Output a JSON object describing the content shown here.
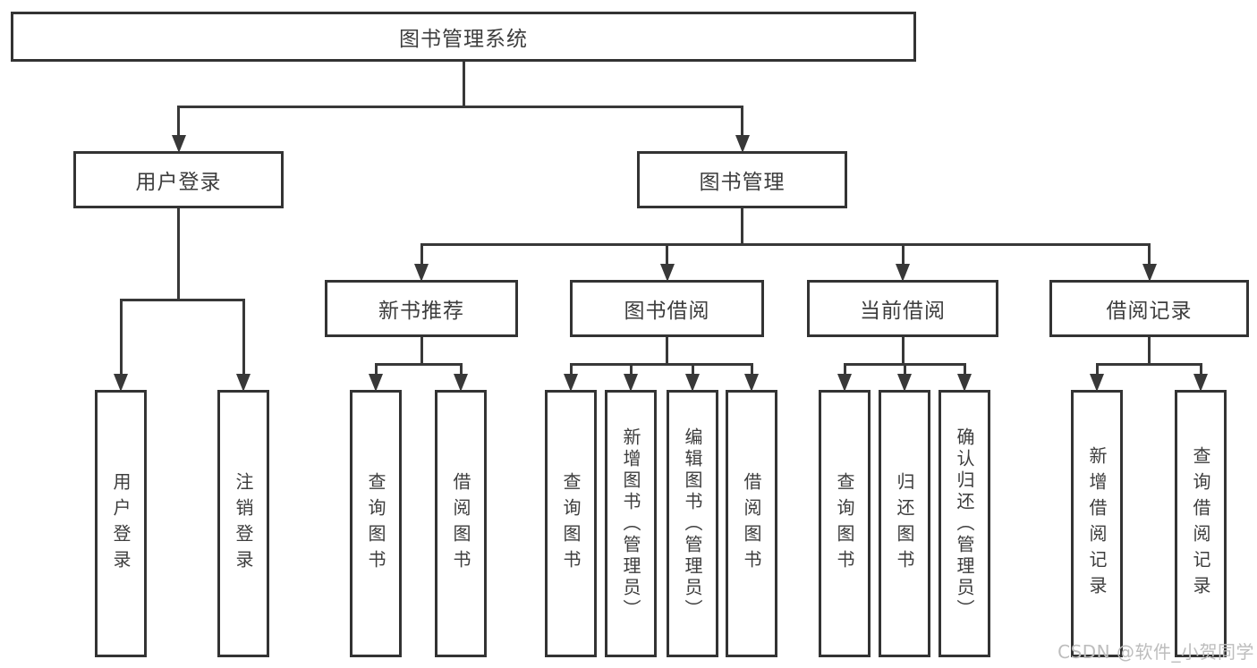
{
  "diagram": {
    "type": "hierarchy-diagram",
    "title": "图书管理系统",
    "watermark": "CSDN @软件_小贺同学",
    "colors": {
      "line": "#383838",
      "box_border": "#333333",
      "box_fill": "#ffffff",
      "text": "#3d3d3d",
      "watermark": "#bdbdbd",
      "background": "#ffffff"
    },
    "nodes": [
      {
        "id": "root",
        "label": "图书管理系统",
        "parent": null
      },
      {
        "id": "user-login",
        "label": "用户登录",
        "parent": "root"
      },
      {
        "id": "book-mgmt",
        "label": "图书管理",
        "parent": "root"
      },
      {
        "id": "new-book-rec",
        "label": "新书推荐",
        "parent": "book-mgmt"
      },
      {
        "id": "book-borrow",
        "label": "图书借阅",
        "parent": "book-mgmt"
      },
      {
        "id": "current-borrow",
        "label": "当前借阅",
        "parent": "book-mgmt"
      },
      {
        "id": "borrow-records",
        "label": "借阅记录",
        "parent": "book-mgmt"
      },
      {
        "id": "leaf-user-login",
        "label": "用户登录",
        "parent": "user-login"
      },
      {
        "id": "leaf-logout",
        "label": "注销登录",
        "parent": "user-login"
      },
      {
        "id": "leaf-query-book-1",
        "label": "查询图书",
        "parent": "new-book-rec"
      },
      {
        "id": "leaf-borrow-book-1",
        "label": "借阅图书",
        "parent": "new-book-rec"
      },
      {
        "id": "leaf-query-book-2",
        "label": "查询图书",
        "parent": "book-borrow"
      },
      {
        "id": "leaf-add-book",
        "label": "新增图书（管理员）",
        "parent": "book-borrow"
      },
      {
        "id": "leaf-edit-book",
        "label": "编辑图书（管理员）",
        "parent": "book-borrow"
      },
      {
        "id": "leaf-borrow-book-2",
        "label": "借阅图书",
        "parent": "book-borrow"
      },
      {
        "id": "leaf-query-book-3",
        "label": "查询图书",
        "parent": "current-borrow"
      },
      {
        "id": "leaf-return-book",
        "label": "归还图书",
        "parent": "current-borrow"
      },
      {
        "id": "leaf-confirm-return",
        "label": "确认归还（管理员）",
        "parent": "current-borrow"
      },
      {
        "id": "leaf-add-borrow-record",
        "label": "新增借阅记录",
        "parent": "borrow-records"
      },
      {
        "id": "leaf-query-borrow-record",
        "label": "查询借阅记录",
        "parent": "borrow-records"
      }
    ]
  }
}
